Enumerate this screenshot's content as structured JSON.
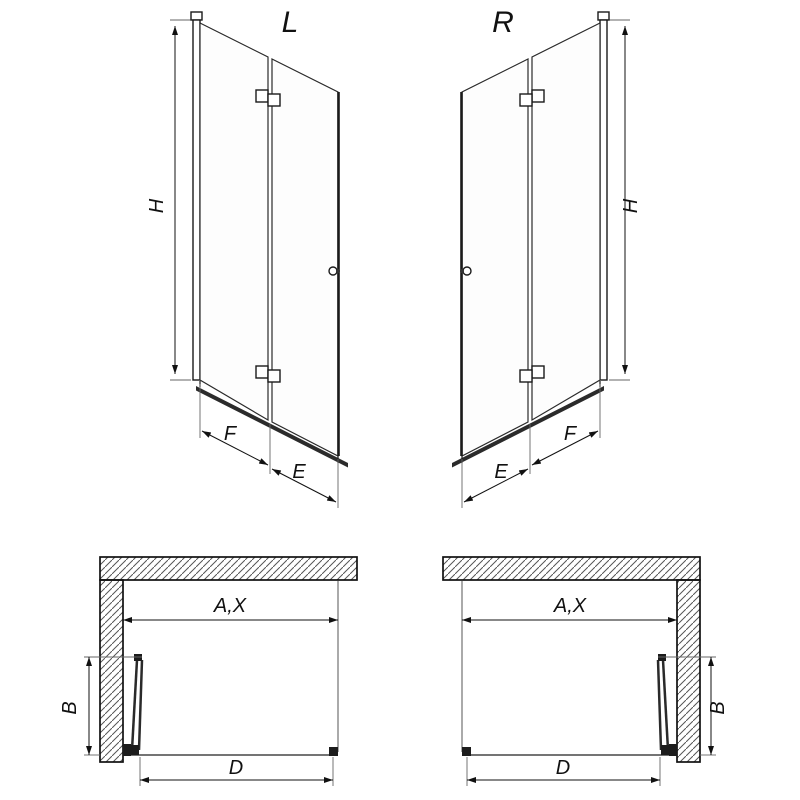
{
  "drawing": {
    "background": "#ffffff",
    "stroke": "#1a1a1a",
    "views": {
      "iso_left": {
        "label": "L",
        "height": "H",
        "inner_panel": "F",
        "outer_panel": "E"
      },
      "iso_right": {
        "label": "R",
        "height": "H",
        "inner_panel": "F",
        "outer_panel": "E"
      },
      "plan_left": {
        "opening": "A,X",
        "protrusion": "B",
        "entry": "D"
      },
      "plan_right": {
        "opening": "A,X",
        "protrusion": "B",
        "entry": "D"
      }
    }
  }
}
